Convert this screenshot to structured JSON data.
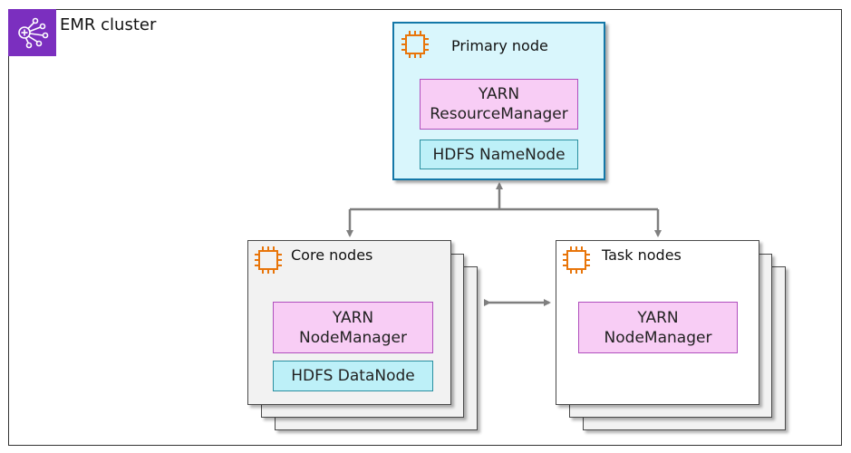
{
  "cluster": {
    "title": "EMR cluster",
    "icon": "emr-cluster-icon",
    "accent": "#7b2fbf"
  },
  "primary": {
    "title": "Primary node",
    "icon": "ec2-instance-icon",
    "yarn_line1": "YARN",
    "yarn_line2": "ResourceManager",
    "hdfs": "HDFS NameNode"
  },
  "core": {
    "title": "Core nodes",
    "icon": "ec2-instance-icon",
    "yarn_line1": "YARN",
    "yarn_line2": "NodeManager",
    "hdfs": "HDFS DataNode"
  },
  "task": {
    "title": "Task nodes",
    "icon": "ec2-instance-icon",
    "yarn_line1": "YARN",
    "yarn_line2": "NodeManager"
  },
  "colors": {
    "yarn_fill": "#f8cdf5",
    "hdfs_fill": "#bdf0f8",
    "primary_border": "#1478a8",
    "ec2_icon": "#e8750a",
    "connector": "#7f7f7f"
  }
}
